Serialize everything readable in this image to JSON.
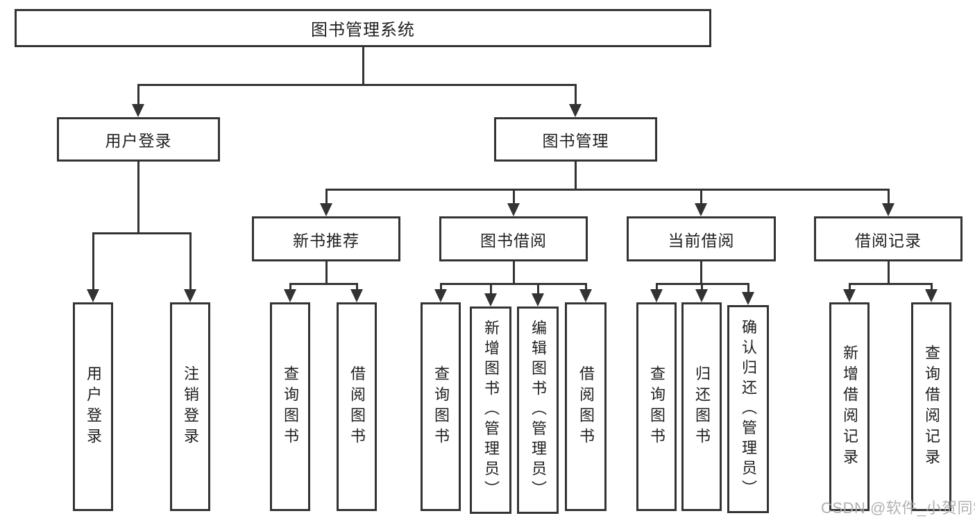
{
  "tree": {
    "root": "图书管理系统",
    "branches": [
      {
        "label": "用户登录",
        "children": [
          "用户登录",
          "注销登录"
        ]
      },
      {
        "label": "图书管理",
        "children": [
          {
            "label": "新书推荐",
            "children": [
              "查询图书",
              "借阅图书"
            ]
          },
          {
            "label": "图书借阅",
            "children": [
              "查询图书",
              "新增图书（管理员）",
              "编辑图书（管理员）",
              "借阅图书"
            ]
          },
          {
            "label": "当前借阅",
            "children": [
              "查询图书",
              "归还图书",
              "确认归还（管理员）"
            ]
          },
          {
            "label": "借阅记录",
            "children": [
              "新增借阅记录",
              "查询借阅记录"
            ]
          }
        ]
      }
    ]
  },
  "watermark": "CSDN @软件_小贺同学",
  "colors": {
    "line": "#333333",
    "text": "#1f1f1f",
    "watermark": "#ababab",
    "background": "#ffffff"
  }
}
